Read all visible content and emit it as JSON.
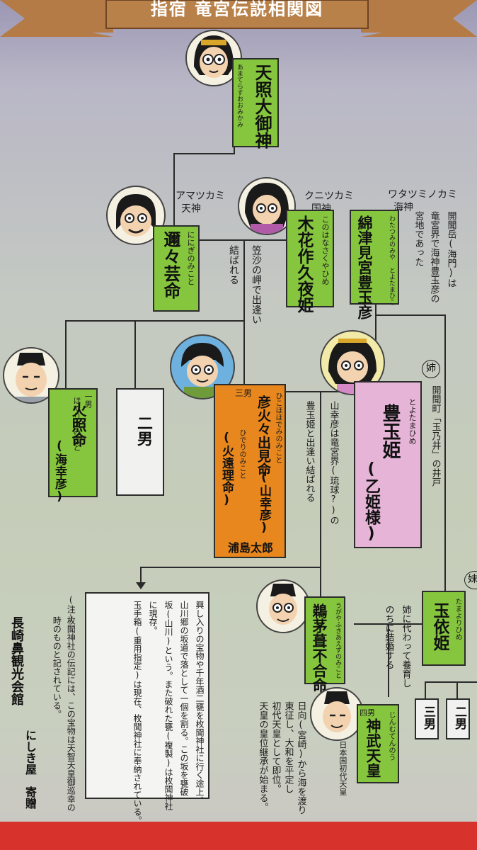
{
  "title": "指宿 竜宮伝説相関図",
  "persons": {
    "amaterasu": {
      "reading": "あまてらすおおみかみ",
      "name": "天照大御神"
    },
    "ninigi": {
      "deity": "アマツカミ",
      "deity_kanji": "天神",
      "reading": "ににぎのみこと",
      "name": "邇々芸命"
    },
    "konohana": {
      "deity": "クニツカミ",
      "deity_kanji": "国神",
      "reading": "このはなさくやひめ",
      "name": "木花作久夜姫"
    },
    "watatsumi": {
      "deity": "ワタツミノカミ",
      "deity_kanji": "海神",
      "reading": "わたつみのみや とよたまひこ",
      "name": "綿津見宮豊玉彦"
    },
    "hoderi": {
      "rank": "一男",
      "reading": "ほでりのみこと",
      "name": "火照命",
      "alias": "(海幸彦)"
    },
    "second": {
      "name": "二男"
    },
    "hohodemi": {
      "rank": "三男",
      "reading1": "ひこほほでみのみこと",
      "name": "彦火々出見命",
      "alias": "(山幸彦)",
      "reading2": "ひでりのみこと",
      "name2": "(火遠理命)",
      "urashima": "浦島太郎"
    },
    "toyotama": {
      "sister": "姉",
      "reading": "とよたまひめ",
      "name": "豊玉姫",
      "alias": "(乙姫様)"
    },
    "tamayori": {
      "reading": "たまよりひめ",
      "name": "玉依姫"
    },
    "ugaya": {
      "reading": "うがやふきあえずのみこと",
      "name": "鵜茅葺不合命"
    },
    "jinmu": {
      "rank": "四男",
      "reading": "じんむてんのう",
      "name": "神武天皇",
      "caption": "日本国初代天皇"
    },
    "sons": {
      "third": "三男",
      "second": "二男"
    }
  },
  "labels": {
    "musubareru": "結ばれる",
    "kasasa": "笠沙の岬で出逢い",
    "yamasachi_note": "山幸彦は竜宮界(琉球?)の",
    "toyotama_note": "豊玉姫と出逢い結ばれる",
    "kaimon_note1": "開聞岳(海門)は",
    "kaimon_note2": "竜宮界で海神豊玉彦の",
    "kaimon_note3": "宮地であった",
    "tamanoi_note1": "開聞町「玉乃井」の井戸",
    "rear_note1": "姉に代わって養育し",
    "rear_note2": "のちに結婚する",
    "jinmu_note1": "日向(宮崎)から海を渡り",
    "jinmu_note2": "東征し、大和を平定し",
    "jinmu_note3": "初代天皇として即位。",
    "jinmu_note4": "天皇の皇位継承が始まる。",
    "sister_right": "妹"
  },
  "treasure": {
    "lines": [
      "興し入りの宝物や千年酒二甕を枚聞神社に行く途上、",
      "山川郷の坂道で落として一個を割る。この坂を甕破",
      "坂(山川)という。また破れた甕(複製)は枚聞神社",
      "に現存。",
      "玉手箱(重用指定)は現在、枚聞神社に奉納されている。"
    ]
  },
  "footnote": {
    "mark": "(注)",
    "lines": [
      "枚聞神社の伝記には、この宝物は天智天皇御巡幸の",
      "時のものと記されている。"
    ]
  },
  "donor": {
    "org": "長崎鼻観光会館",
    "shop": "にしき屋",
    "donated": "寄贈"
  },
  "colors": {
    "green": "#86c63e",
    "orange": "#e8871e",
    "pink": "#e5b4d6",
    "banner": "#b57b46",
    "red": "#d8322c"
  }
}
